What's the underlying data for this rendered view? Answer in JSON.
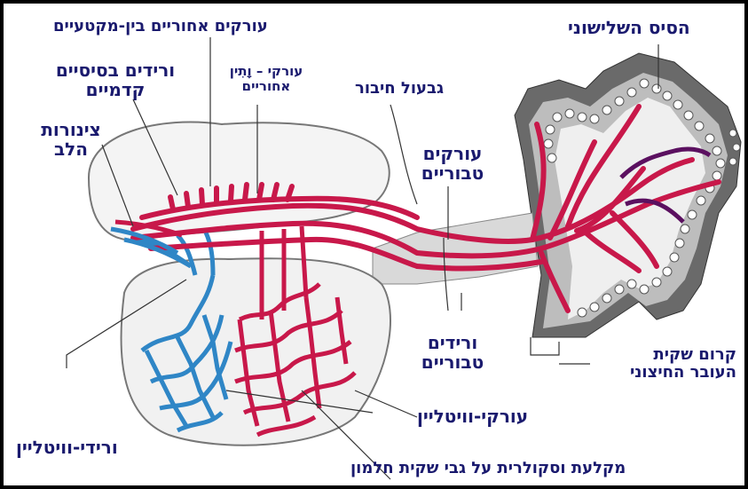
{
  "labels": {
    "posterior_intersegmental_arteries": "עורקים אחוריים בין-מקטעיים",
    "tertiary_villus": "הסיס השלישוני",
    "anterior_cardinal_veins_1": "ורידים בסיסיים",
    "anterior_cardinal_veins_2": "קדמיים",
    "posterior_aorta_1": "עורקי – וָתִין",
    "posterior_aorta_2": "אחוריים",
    "connecting_stalk": "גבעול חיבור",
    "heart_tubes_1": "צינורות",
    "heart_tubes_2": "הלב",
    "umbilical_arteries_1": "עורקים",
    "umbilical_arteries_2": "טבוריים",
    "umbilical_veins_1": "ורידים",
    "umbilical_veins_2": "טבוריים",
    "chorion_1": "קרום שקית",
    "chorion_2": "העובר החיצוני",
    "vitelline_arteries": "עורקי-וויטליין",
    "vitelline_veins": "ורידי-וויטליין",
    "vascular_network": "מקלעת וסקולרית על גבי שקית חלמון"
  },
  "colors": {
    "artery": "#c8184a",
    "vein": "#2f86c6",
    "text": "#1a1a6e",
    "tissue_gray": "#bdbdbd",
    "tissue_dark": "#6a6a6a",
    "border": "#000000"
  }
}
